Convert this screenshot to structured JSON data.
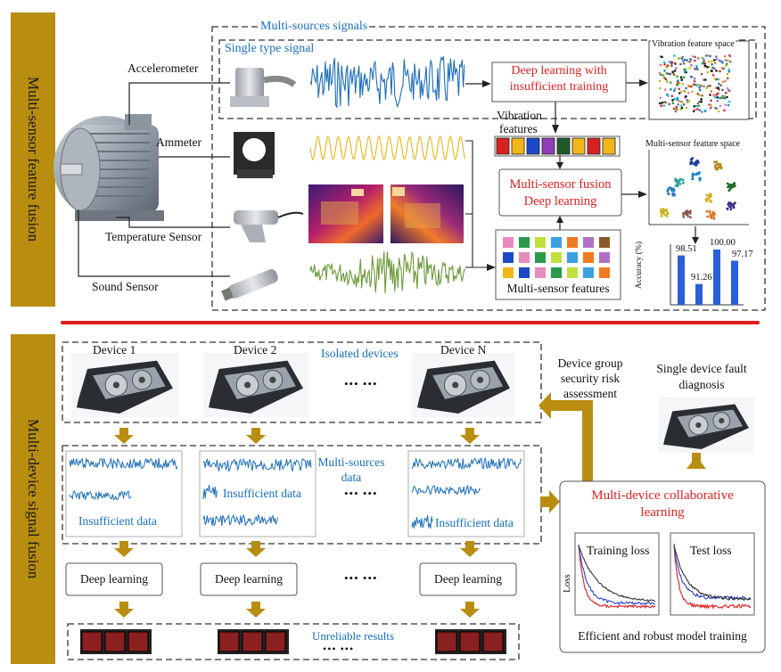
{
  "colors": {
    "gold": "#b98d10",
    "gold_text_bg": "#c49a12",
    "signal_blue": "#1d6fb8",
    "signal_yellow": "#e9b417",
    "signal_green": "#6c9a3a",
    "title_blue": "#1a6fc0",
    "title_red": "#e02020",
    "divider_red": "#e21b1b",
    "result_box": "#8a2020",
    "bar_blue": "#2a5fd8"
  },
  "top": {
    "side_label": "Multi-sensor feature fusion",
    "multi_sources_title": "Multi-sources signals",
    "single_type_title": "Single type signal",
    "sensors": [
      "Accelerometer",
      "Ammeter",
      "Temperature Sensor",
      "Sound Sensor"
    ],
    "deep_insufficient": [
      "Deep learning with",
      "insufficient training"
    ],
    "vibration_space_label": "Vibration feature space",
    "vibration_features_label": [
      "Vibration",
      "features"
    ],
    "fusion_box": [
      "Multi-sensor fusion",
      "Deep learning"
    ],
    "multi_features_label": "Multi-sensor features",
    "multi_space_label": "Multi-sensor feature space",
    "feature_colors": [
      "#d9221f",
      "#f2b61a",
      "#1d49c8",
      "#8e3fb7",
      "#1f5a2a",
      "#f2b61a",
      "#d9221f",
      "#f2b61a"
    ]
  },
  "chart_data": {
    "type": "bar",
    "ylabel": "Accuracy (%)",
    "values": [
      98.51,
      91.26,
      100.0,
      97.17
    ],
    "value_labels": [
      "98.51",
      "91.26",
      "100.00",
      "97.17"
    ],
    "ylim": [
      86,
      100
    ]
  },
  "bottom": {
    "side_label": "Multi-device signal fusion",
    "devices": [
      "Device 1",
      "Device 2",
      "Device N"
    ],
    "isolated_label": "Isolated devices",
    "multi_sources_label": [
      "Multi-sources",
      "data"
    ],
    "insufficient_label": "Insufficient data",
    "deep_learning_label": "Deep learning",
    "unreliable_label": "Unreliable results",
    "ellipsis": "••• •••",
    "security_label": [
      "Device group",
      "security risk",
      "assessment"
    ],
    "single_fault_label": [
      "Single device fault",
      "diagnosis"
    ],
    "collab_title": [
      "Multi-device collaborative",
      "learning"
    ],
    "training_loss": "Training loss",
    "test_loss": "Test loss",
    "loss_axis": "Loss",
    "efficient_label": "Efficient and robust model training"
  }
}
